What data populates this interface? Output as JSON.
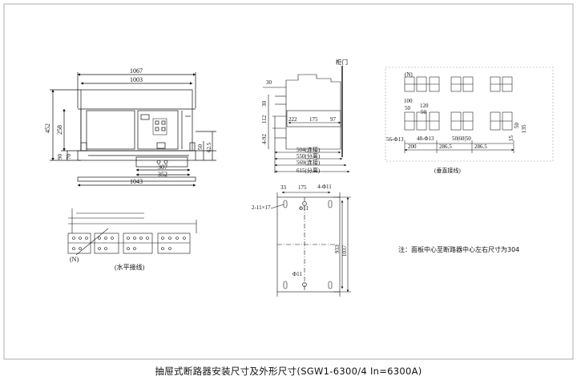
{
  "front_view": {
    "dim_width_total": "1067",
    "dim_width_inner": "1003",
    "dim_height_total": "452",
    "dim_height_upper": "258",
    "dim_left_90": "90",
    "dim_left_70": "70",
    "dim_right_50": "50",
    "dim_right_62_5": "62.5",
    "dim_bottom_307": "307",
    "dim_bottom_352": "352",
    "dim_base_1043": "1043"
  },
  "side_view": {
    "cabinet_door_label": "柜门",
    "dim_30_top": "30",
    "dim_30_left": "30",
    "dim_112": "112",
    "dim_92": "4-92",
    "dim_222": "222",
    "dim_175": "175",
    "dim_97": "97",
    "dim_504": "504(连接)",
    "dim_550": "550(分离)",
    "dim_569": "569(连接)",
    "dim_615": "615(分离)"
  },
  "vertical_wiring": {
    "label_n": "(N)",
    "dim_100": "100",
    "dim_50a": "50",
    "dim_120": "120",
    "dim_50b": "50",
    "dim_hole_56": "56-Φ13",
    "dim_hole_48": "48-Φ13",
    "dim_50_60_50": "50|60|50",
    "dim_200": "200",
    "dim_286_5a": "286.5",
    "dim_286_5b": "286.5",
    "dim_right_50": "50",
    "dim_135": "135",
    "dim_15": "15",
    "caption": "(垂直接线)"
  },
  "horizontal_wiring": {
    "label_n": "(N)",
    "caption": "(水平接线)"
  },
  "mounting_plate": {
    "dim_33": "33",
    "dim_175": "175",
    "dim_hole_top": "4-Φ11",
    "dim_slot": "2-11×17",
    "dim_phi11_top": "Φ11",
    "dim_933": "933",
    "dim_1037": "1037",
    "dim_phi11_bottom": "Φ11"
  },
  "note": "注：面板中心至断路器中心左右尺寸为304",
  "title": "抽屉式断路器安装尺寸及外形尺寸(SGW1-6300/4  In=6300A)"
}
